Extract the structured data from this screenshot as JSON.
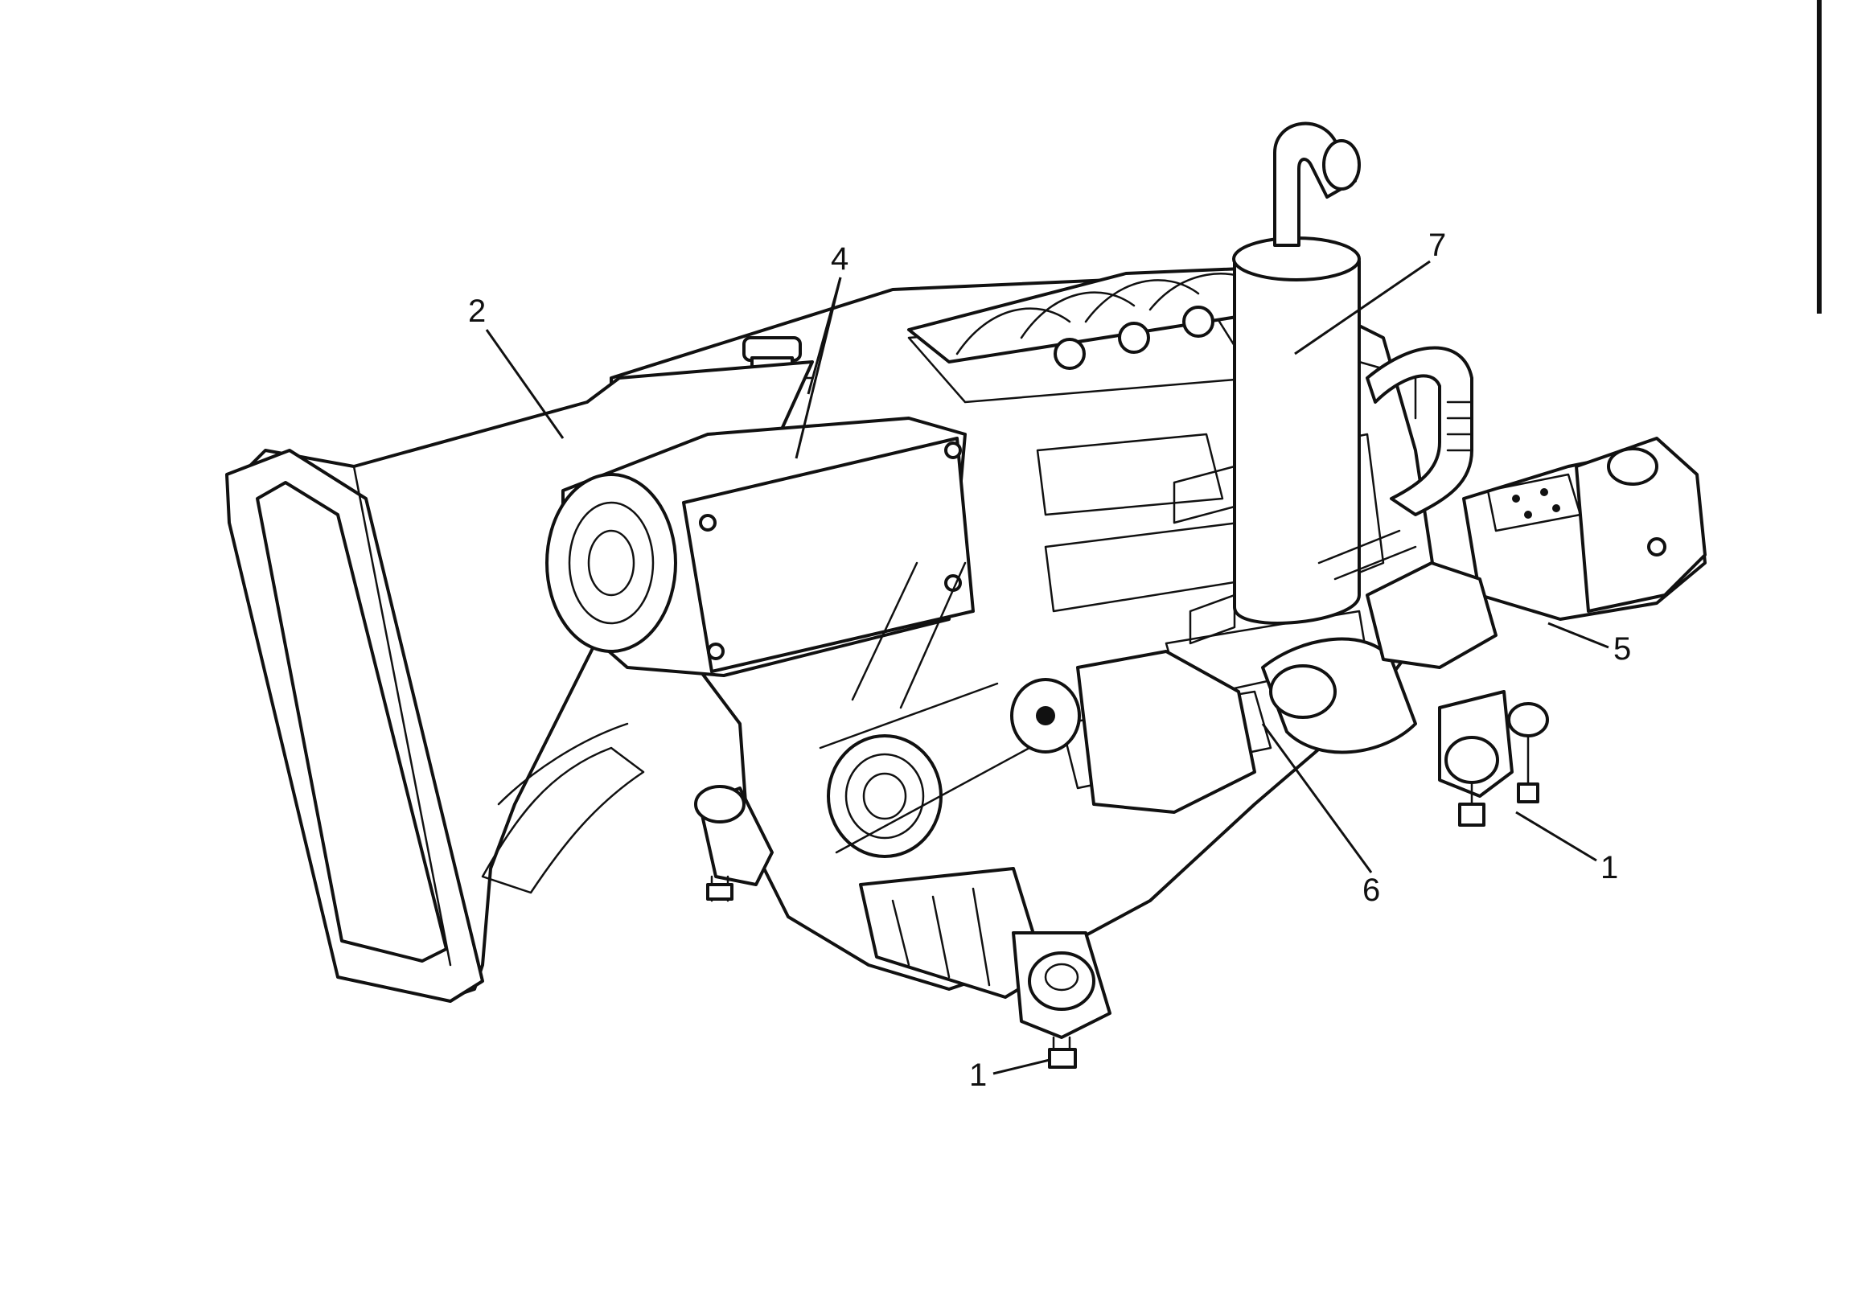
{
  "callouts": [
    {
      "id": "label-2",
      "text": "2"
    },
    {
      "id": "label-4",
      "text": "4"
    },
    {
      "id": "label-7",
      "text": "7"
    },
    {
      "id": "label-5",
      "text": "5"
    },
    {
      "id": "label-1-right",
      "text": "1"
    },
    {
      "id": "label-6",
      "text": "6"
    },
    {
      "id": "label-1-bottom",
      "text": "1"
    }
  ]
}
